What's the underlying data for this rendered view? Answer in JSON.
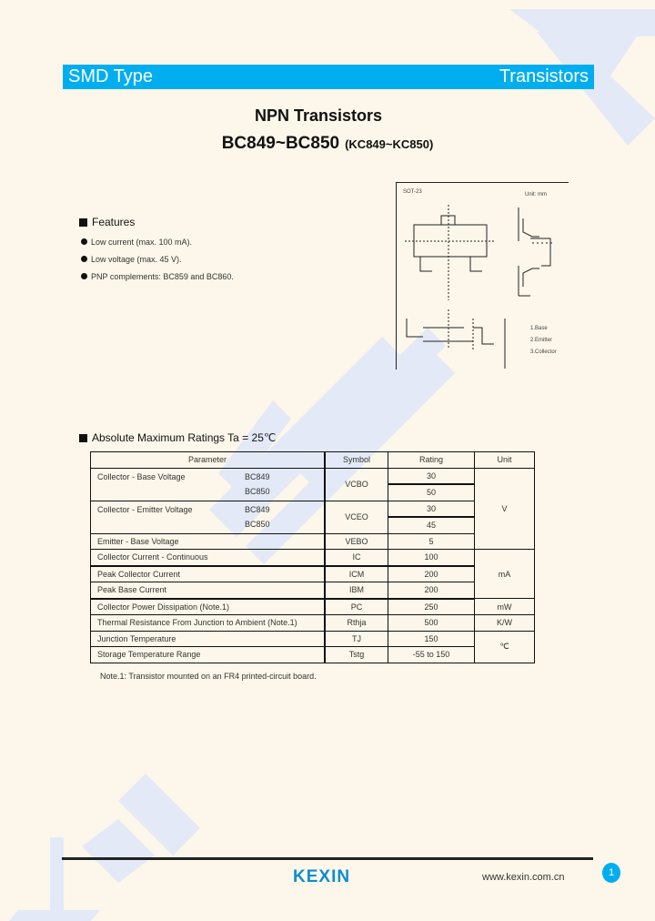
{
  "header": {
    "left_label": "SMD Type",
    "right_label": "Transistors",
    "bar_color": "#00aeef"
  },
  "title": {
    "main": "NPN  Transistors",
    "part": "BC849~BC850",
    "alt_part": "(KC849~KC850)"
  },
  "features": {
    "heading": "Features",
    "items": [
      "Low current (max. 100 mA).",
      "Low voltage (max. 45 V).",
      "PNP complements: BC859 and BC860."
    ]
  },
  "package_diagram": {
    "package": "SOT-23",
    "unit": "Unit: mm",
    "pins": [
      "1.Base",
      "2.Emitter",
      "3.Collector"
    ]
  },
  "ratings": {
    "heading": "Absolute Maximum Ratings Ta = 25℃",
    "columns": [
      "Parameter",
      "Symbol",
      "Rating",
      "Unit"
    ],
    "rows": [
      {
        "parameter": "Collector - Base Voltage",
        "variant": "BC849",
        "symbol": "VCBO",
        "rating": "30",
        "unit": "V"
      },
      {
        "parameter": "",
        "variant": "BC850",
        "symbol": "",
        "rating": "50",
        "unit": ""
      },
      {
        "parameter": "Collector - Emitter Voltage",
        "variant": "BC849",
        "symbol": "VCEO",
        "rating": "30",
        "unit": ""
      },
      {
        "parameter": "",
        "variant": "BC850",
        "symbol": "",
        "rating": "45",
        "unit": ""
      },
      {
        "parameter": "Emitter - Base Voltage",
        "variant": "",
        "symbol": "VEBO",
        "rating": "5",
        "unit": ""
      },
      {
        "parameter": "Collector Current  - Continuous",
        "variant": "",
        "symbol": "IC",
        "rating": "100",
        "unit": "mA"
      },
      {
        "parameter": "Peak Collector Current",
        "variant": "",
        "symbol": "ICM",
        "rating": "200",
        "unit": ""
      },
      {
        "parameter": "Peak Base Current",
        "variant": "",
        "symbol": "IBM",
        "rating": "200",
        "unit": ""
      },
      {
        "parameter": "Collector Power Dissipation          (Note.1)",
        "variant": "",
        "symbol": "PC",
        "rating": "250",
        "unit": "mW"
      },
      {
        "parameter": "Thermal Resistance From Junction to Ambient (Note.1)",
        "variant": "",
        "symbol": "Rthja",
        "rating": "500",
        "unit": "K/W"
      },
      {
        "parameter": "Junction Temperature",
        "variant": "",
        "symbol": "TJ",
        "rating": "150",
        "unit": "℃"
      },
      {
        "parameter": "Storage Temperature Range",
        "variant": "",
        "symbol": "Tstg",
        "rating": "-55 to 150",
        "unit": ""
      }
    ],
    "note": "Note.1: Transistor mounted on an FR4 printed-circuit board."
  },
  "footer": {
    "logo": "KEXIN",
    "url": "www.kexin.com.cn",
    "page": "1"
  }
}
